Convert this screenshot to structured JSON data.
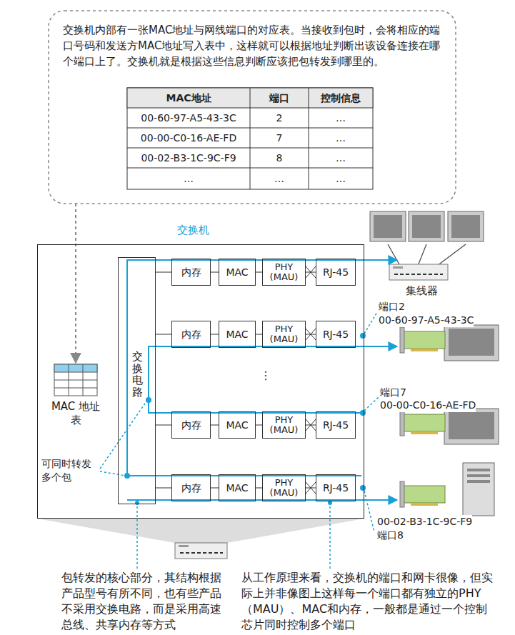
{
  "diagram": {
    "nodes": [
      {
        "text": [
          "交换机内部有一张MAC地址与网线端口的对应表。当接收到包时，会将相应的端口号码和发送方MAC地址写入表中，这样就可以根据地址判断出该设备连接在哪个端口上了。交换机就是根据这些信息判断应该把包转发到哪里的。"
        ]
      },
      {
        "text": [
          "交换机"
        ]
      },
      {
        "text": [
          "交换电路"
        ],
        "in": 1
      },
      {
        "text": [
          "内存"
        ],
        "in": 1
      },
      {
        "text": [
          "MAC"
        ],
        "in": 1
      },
      {
        "text": [
          "PHY (MAU)"
        ],
        "in": 1
      },
      {
        "text": [
          "RJ-45"
        ],
        "in": 1
      },
      {
        "text": [
          "内存"
        ],
        "in": 1
      },
      {
        "text": [
          "MAC"
        ],
        "in": 1
      },
      {
        "text": [
          "PHY (MAU)"
        ],
        "in": 1
      },
      {
        "text": [
          "RJ-45"
        ],
        "in": 1
      },
      {
        "text": [
          "内存"
        ],
        "in": 1
      },
      {
        "text": [
          "MAC"
        ],
        "in": 1
      },
      {
        "text": [
          "PHY (MAU)"
        ],
        "in": 1
      },
      {
        "text": [
          "RJ-45"
        ],
        "in": 1
      },
      {
        "text": [
          "内存"
        ],
        "in": 1
      },
      {
        "text": [
          "MAC"
        ],
        "in": 1
      },
      {
        "text": [
          "PHY (MAU)"
        ],
        "in": 1
      },
      {
        "text": [
          "RJ-45"
        ],
        "in": 1
      },
      {
        "text": [
          "MAC 地址表"
        ],
        "in": 1
      }
    ],
    "edges": [
      {
        "from": 0,
        "to": 19,
        "arrow": "to"
      },
      {
        "from": 2,
        "to": 3,
        "arrow": "none"
      },
      {
        "from": 3,
        "to": 4,
        "arrow": "none"
      },
      {
        "from": 4,
        "to": 5,
        "arrow": "none"
      },
      {
        "from": 5,
        "to": 6,
        "arrow": "none"
      },
      {
        "from": 2,
        "to": 7,
        "arrow": "none"
      },
      {
        "from": 7,
        "to": 8,
        "arrow": "none"
      },
      {
        "from": 8,
        "to": 9,
        "arrow": "none"
      },
      {
        "from": 9,
        "to": 10,
        "arrow": "none"
      },
      {
        "from": 2,
        "to": 11,
        "arrow": "none"
      },
      {
        "from": 11,
        "to": 12,
        "arrow": "none"
      },
      {
        "from": 12,
        "to": 13,
        "arrow": "none"
      },
      {
        "from": 13,
        "to": 14,
        "arrow": "none"
      },
      {
        "from": 2,
        "to": 15,
        "arrow": "none"
      },
      {
        "from": 15,
        "to": 16,
        "arrow": "none"
      },
      {
        "from": 16,
        "to": 17,
        "arrow": "none"
      },
      {
        "from": 17,
        "to": 18,
        "arrow": "none"
      }
    ],
    "labels": [
      "MAC地址",
      "端口",
      "控制信息",
      "00-60-97-A5-43-3C",
      "2",
      "…",
      "00-00-C0-16-AE-FD",
      "7",
      "…",
      "00-02-B3-1C-9C-F9",
      "8",
      "…",
      "…",
      "…",
      "…",
      "⋮",
      "可同时转发多个包",
      "集线器",
      "端口2",
      "00-60-97-A5-43-3C",
      "端口7",
      "00-00-C0-16-AE-FD",
      "00-02-B3-1C-9C-F9",
      "端口8",
      "包转发的核心部分，其结构根据产品型号有所不同，也有些产品不采用交换电路，而是采用高速总线、共享内存等方式",
      "从工作原理来看，交换机的端口和网卡很像，但实际上并非像图上这样每一个端口都有独立的PHY（MAU）、MAC和内存，一般都是通过一个控制芯片同时控制多个端口"
    ]
  }
}
